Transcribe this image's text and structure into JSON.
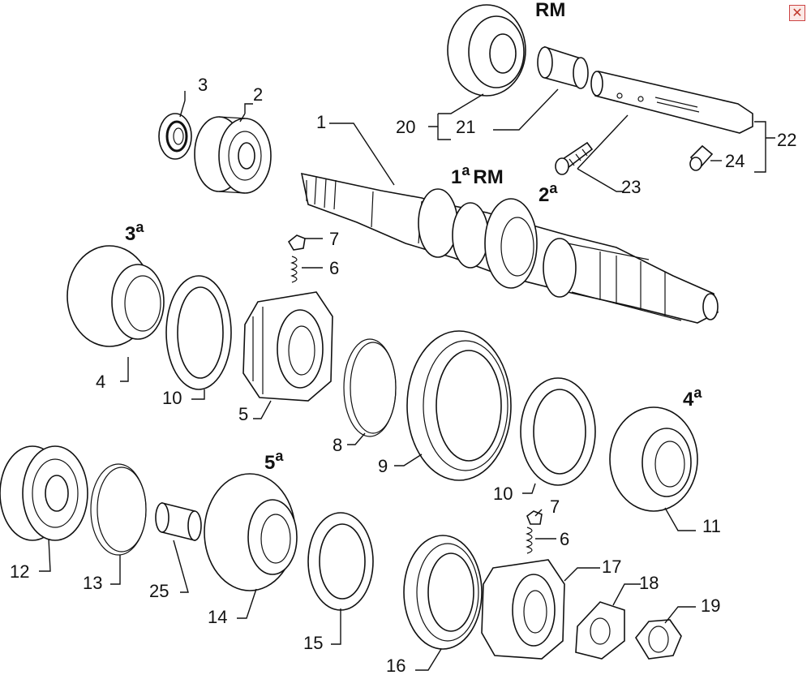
{
  "window": {
    "close_glyph": "✕"
  },
  "gear_labels": {
    "rm_top": "RM",
    "first_rm": {
      "num": "1",
      "sup": "a",
      "rest": "RM"
    },
    "second": {
      "num": "2",
      "sup": "a"
    },
    "third": {
      "num": "3",
      "sup": "a"
    },
    "fourth": {
      "num": "4",
      "sup": "a"
    },
    "fifth": {
      "num": "5",
      "sup": "a"
    }
  },
  "callouts": [
    "1",
    "2",
    "3",
    "4",
    "5",
    "6",
    "7",
    "8",
    "9",
    "10",
    "10",
    "11",
    "12",
    "13",
    "25",
    "14",
    "15",
    "16",
    "7",
    "6",
    "17",
    "18",
    "19",
    "20",
    "21",
    "22",
    "23",
    "24"
  ],
  "icons": {
    "close": "close-icon"
  }
}
